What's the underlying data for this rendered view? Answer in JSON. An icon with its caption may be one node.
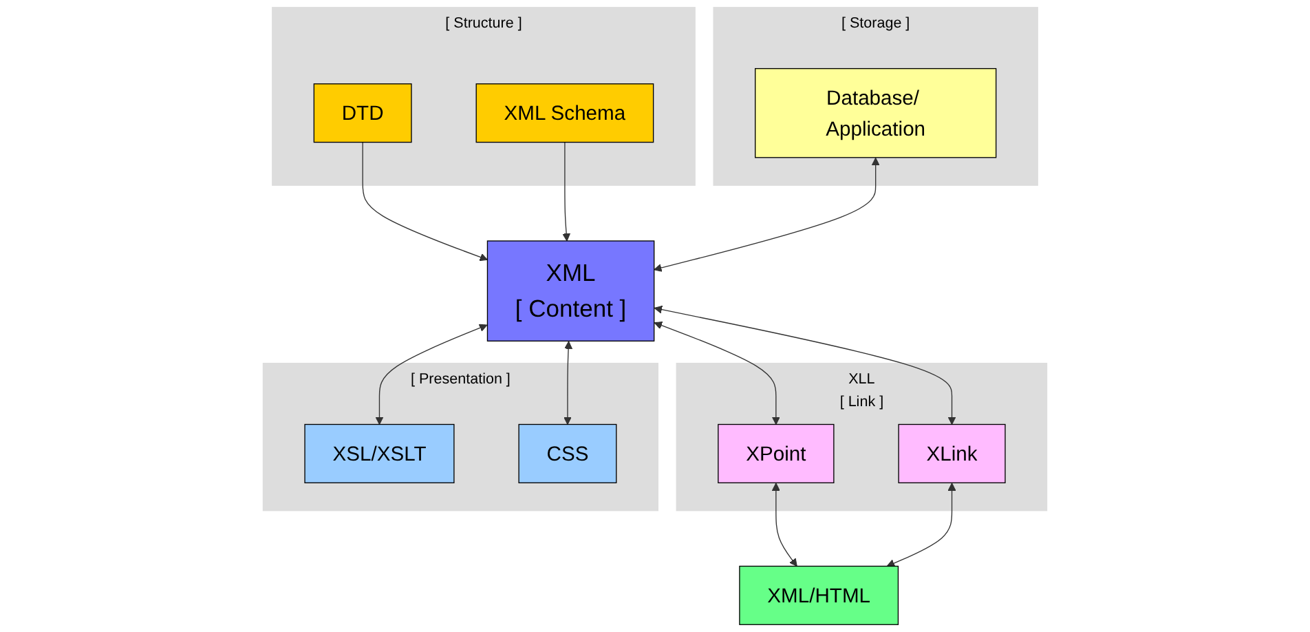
{
  "diagram": {
    "nodes": [
      {
        "text": [
          "[ Structure ]"
        ]
      },
      {
        "text": [
          "DTD"
        ],
        "in": 0
      },
      {
        "text": [
          "XML Schema"
        ],
        "in": 0
      },
      {
        "text": [
          "[ Storage ]"
        ]
      },
      {
        "text": [
          "Database/ Application"
        ],
        "in": 3
      },
      {
        "text": [
          "XML",
          "[ Content ]"
        ]
      },
      {
        "text": [
          "XLL",
          "[ Link ]"
        ]
      },
      {
        "text": [
          "XPoint"
        ],
        "in": 6
      },
      {
        "text": [
          "XLink"
        ],
        "in": 6
      },
      {
        "text": [
          "XML/HTML"
        ]
      },
      {
        "text": [
          "[ Presentation ]"
        ]
      },
      {
        "text": [
          "XSL/XSLT"
        ],
        "in": 10
      },
      {
        "text": [
          "CSS"
        ],
        "in": 10
      }
    ],
    "edges": [
      {
        "from": 1,
        "to": 5,
        "arrow": "to"
      },
      {
        "from": 2,
        "to": 5,
        "arrow": "to"
      },
      {
        "from": 4,
        "to": 5,
        "arrow": "both"
      },
      {
        "from": 5,
        "to": 7,
        "arrow": "both"
      },
      {
        "from": 5,
        "to": 8,
        "arrow": "both"
      },
      {
        "from": 7,
        "to": 9,
        "arrow": "both"
      },
      {
        "from": 8,
        "to": 9,
        "arrow": "both"
      },
      {
        "from": 5,
        "to": 11,
        "arrow": "both"
      },
      {
        "from": 5,
        "to": 12,
        "arrow": "both"
      }
    ]
  }
}
